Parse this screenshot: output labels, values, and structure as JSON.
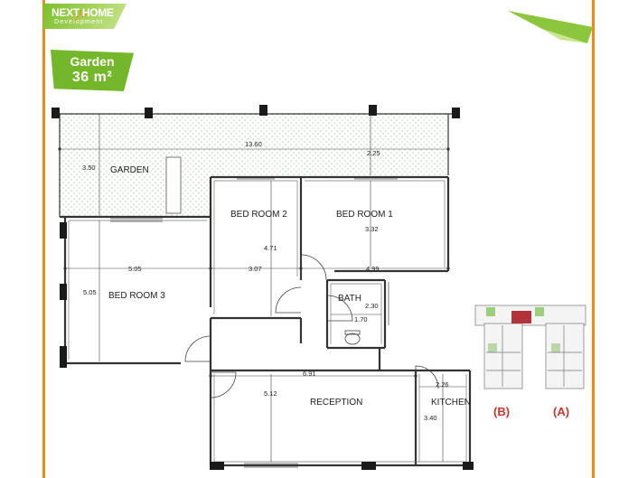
{
  "brand": {
    "name": "NEXT HOME",
    "tagline": "Development",
    "accent_green": "#74b72b",
    "accent_orange": "#f08a1c"
  },
  "garden_tag": {
    "label": "Garden",
    "area": "36 m²"
  },
  "rooms": {
    "garden": "GARDEN",
    "bedroom_1": "BED ROOM 1",
    "bedroom_2": "BED ROOM 2",
    "bedroom_3": "BED ROOM 3",
    "bath": "BATH",
    "reception": "RECEPTION",
    "kitchen": "KITCHEN"
  },
  "dimensions": {
    "garden_width": "13.60",
    "garden_depth_right": "2.25",
    "garden_depth_left": "3.50",
    "bedroom2_depth": "4.71",
    "bedroom1_depth": "3.32",
    "bedroom3_width": "5.05",
    "bedroom2_width": "3.07",
    "bedroom1_width": "4.99",
    "bedroom3_depth": "5.05",
    "bath_width": "2.30",
    "bath_depth": "1.70",
    "reception_width": "6.91",
    "reception_depth": "5.12",
    "kitchen_width": "2.26",
    "kitchen_depth": "3.40"
  },
  "key_plan": {
    "building_b": "(B)",
    "building_a": "(A)",
    "highlight_color": "#b0343a"
  }
}
